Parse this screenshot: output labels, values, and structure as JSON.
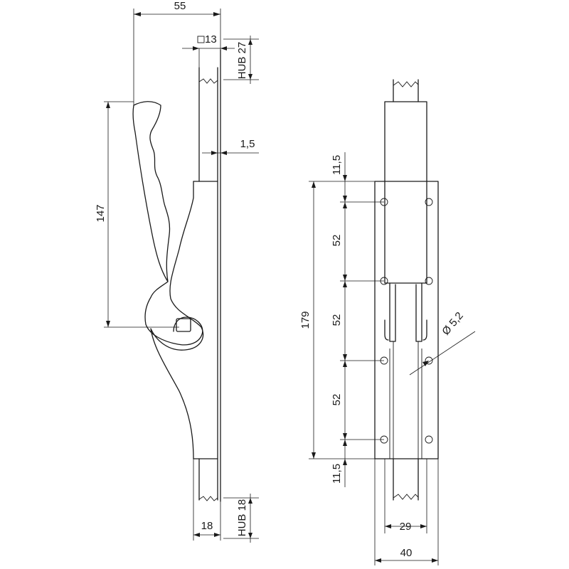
{
  "labels": {
    "top_width": "55",
    "square": "13",
    "hub_top": "HUB 27",
    "thickness": "1,5",
    "height_147": "147",
    "hub_bottom": "HUB 18",
    "bottom_width": "18",
    "edge_top": "11,5",
    "pitch_1": "52",
    "pitch_2": "52",
    "pitch_3": "52",
    "overall": "179",
    "hole_dia": "Ø 5,2",
    "edge_bottom": "11,5",
    "rod_width": "29",
    "plate_width": "40"
  },
  "colors": {
    "line": "#1a1a1a",
    "background": "#ffffff"
  }
}
